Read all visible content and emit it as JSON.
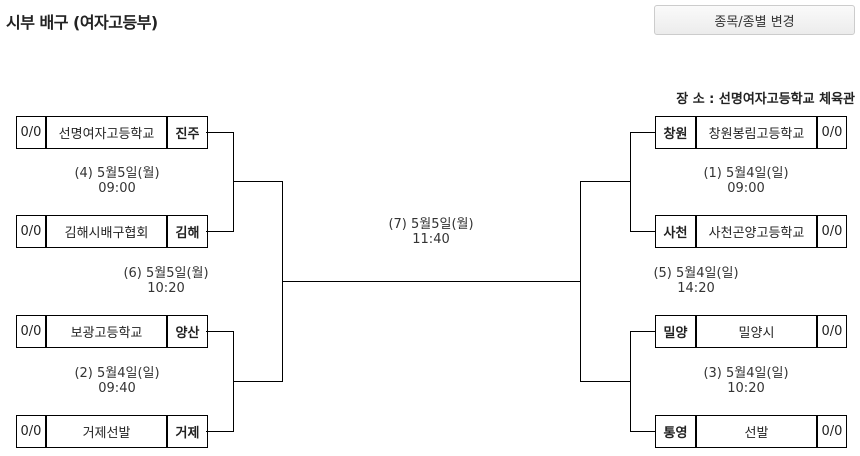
{
  "title": "시부 배구 (여자고등부)",
  "change_button": "종목/종별 변경",
  "venue": "장 소 : 선명여자고등학교 체육관",
  "left": [
    {
      "score": "0/0",
      "name": "선명여자고등학교",
      "region": "진주"
    },
    {
      "score": "0/0",
      "name": "김해시배구협회",
      "region": "김해"
    },
    {
      "score": "0/0",
      "name": "보광고등학교",
      "region": "양산"
    },
    {
      "score": "0/0",
      "name": "거제선발",
      "region": "거제"
    }
  ],
  "right": [
    {
      "score": "0/0",
      "name": "창원봉림고등학교",
      "region": "창원"
    },
    {
      "score": "0/0",
      "name": "사천곤양고등학교",
      "region": "사천"
    },
    {
      "score": "0/0",
      "name": "밀양시",
      "region": "밀양"
    },
    {
      "score": "0/0",
      "name": "선발",
      "region": "통영"
    }
  ],
  "matches": {
    "m4": {
      "date": "(4) 5월5일(월)",
      "time": "09:00"
    },
    "m2": {
      "date": "(2) 5월4일(일)",
      "time": "09:40"
    },
    "m6": {
      "date": "(6) 5월5일(월)",
      "time": "10:20"
    },
    "m7": {
      "date": "(7) 5월5일(월)",
      "time": "11:40"
    },
    "m1": {
      "date": "(1) 5월4일(일)",
      "time": "09:00"
    },
    "m3": {
      "date": "(3) 5월4일(일)",
      "time": "10:20"
    },
    "m5": {
      "date": "(5) 5월4일(일)",
      "time": "14:20"
    }
  }
}
